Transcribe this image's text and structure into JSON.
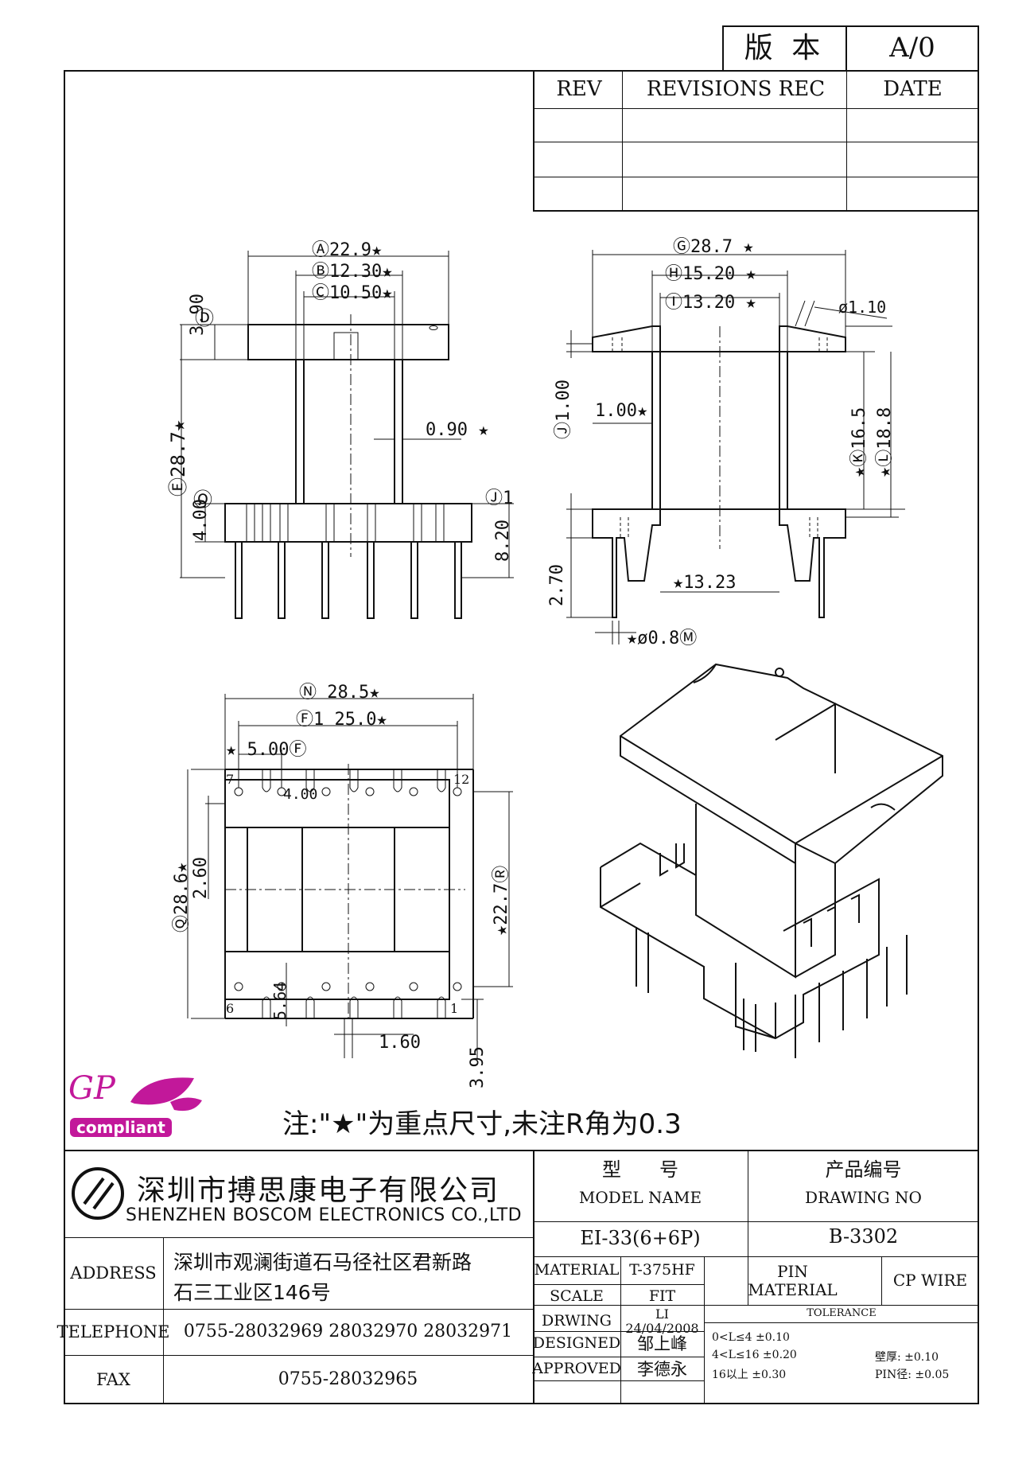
{
  "version_box": {
    "label": "版 本",
    "value": "A/0"
  },
  "revisions": {
    "col_rev": "REV",
    "col_rec": "REVISIONS REC",
    "col_date": "DATE"
  },
  "view_top": {
    "dim_A": "Ⓐ22.9★",
    "dim_B": "Ⓑ12.30★",
    "dim_C": "Ⓒ10.50★",
    "label_D": "Ⓓ",
    "dim_D": "3.90",
    "dim_E": "Ⓔ28.7★",
    "label_O": "Ⓞ",
    "dim_O": "4.00",
    "dim_wall": "0.90 ★",
    "label_J1": "Ⓙ1",
    "dim_J1": "8.20"
  },
  "view_side": {
    "dim_G": "Ⓖ28.7 ★",
    "dim_H": "Ⓗ15.20 ★",
    "dim_I": "Ⓘ13.20 ★",
    "dim_phi": "ø1.10",
    "dim_J": "Ⓙ1.00",
    "dim_flange": "1.00★",
    "dim_K": "★Ⓚ16.5",
    "dim_L": "★Ⓛ18.8",
    "dim_base": "2.70",
    "dim_inner": "★13.23",
    "dim_pin": "★ø0.8Ⓜ"
  },
  "view_bottom": {
    "dim_N": "Ⓝ 28.5★",
    "dim_F1": "Ⓕ1 25.0★",
    "dim_F": "★ 5.00Ⓕ",
    "dim_pitch": "4.00",
    "pin_7": "7",
    "pin_12": "12",
    "pin_6": "6",
    "pin_1": "1",
    "dim_Q": "Ⓠ28.6★",
    "dim_260": "2.60",
    "dim_R": "★22.7Ⓡ",
    "dim_564": "5.64",
    "dim_160": "1.60",
    "dim_395": "3.95"
  },
  "logo": {
    "gp": "GP",
    "compliant": "compliant"
  },
  "note": "注:\"★\"为重点尺寸,未注R角为0.3",
  "company": {
    "name_cn": "深圳市搏思康电子有限公司",
    "name_en": "SHENZHEN BOSCOM ELECTRONICS CO.,LTD"
  },
  "title_block": {
    "model_cn": "型　　号",
    "model_en": "MODEL NAME",
    "model_value": "EI-33(6+6P)",
    "drawing_cn": "产品编号",
    "drawing_en": "DRAWING NO",
    "drawing_value": "B-3302",
    "address_label": "ADDRESS",
    "address_line1": "深圳市观澜街道石马径社区君新路",
    "address_line2": "石三工业区146号",
    "telephone_label": "TELEPHONE",
    "telephone_value": "0755-28032969 28032970 28032971",
    "fax_label": "FAX",
    "fax_value": "0755-28032965",
    "material_label": "MATERIAL",
    "material_value": "T-375HF",
    "scale_label": "SCALE",
    "scale_value": "FIT",
    "drwing_label": "DRWING",
    "drwing_value": "LI 24/04/2008",
    "designed_label": "DESIGNED",
    "designed_value": "邹上峰",
    "approved_label": "APPROVED",
    "approved_value": "李德永",
    "pin_material_label": "PIN MATERIAL",
    "pin_material_value": "CP WIRE",
    "tolerance_label": "TOLERANCE",
    "tol_1": "0<L≤4  ±0.10",
    "tol_2": "4<L≤16  ±0.20",
    "tol_3": "16以上    ±0.30",
    "tol_wall": "壁厚:  ±0.10",
    "tol_pin": "PIN径: ±0.05"
  }
}
